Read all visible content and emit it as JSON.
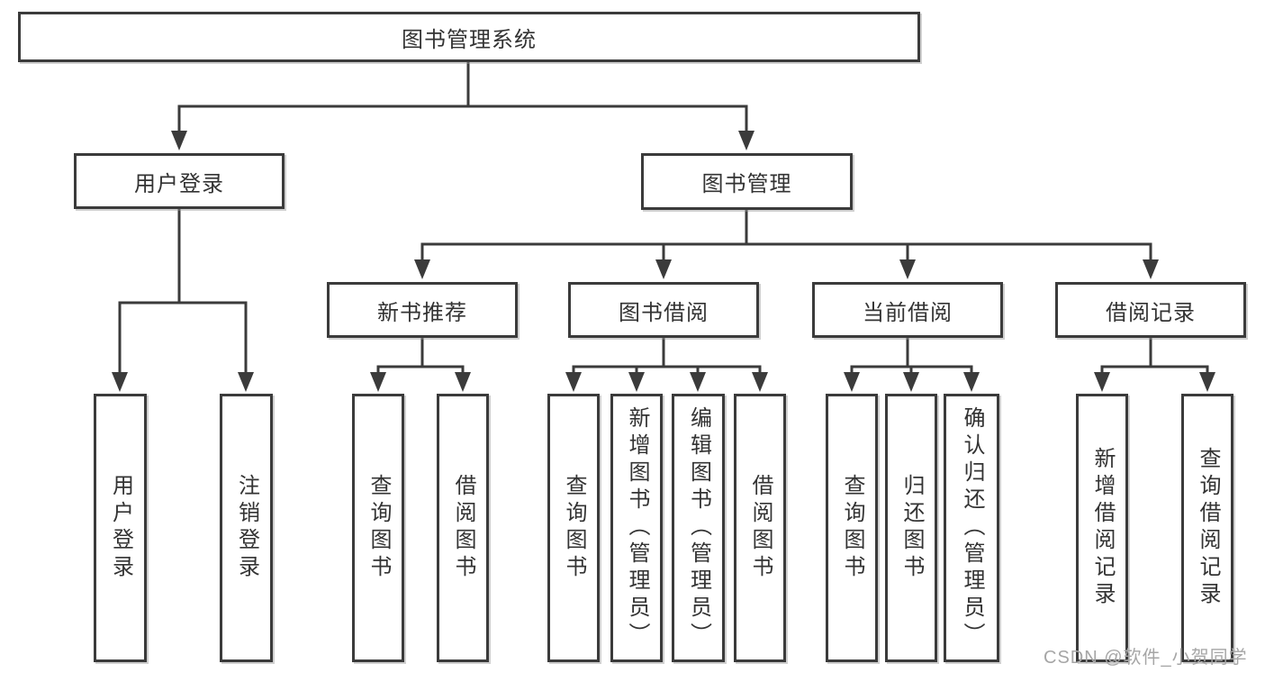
{
  "watermark": "CSDN @软件_小贺同学",
  "diagram": {
    "type": "org-tree",
    "title": "图书管理系统",
    "children": [
      {
        "label": "用户登录",
        "children": [
          {
            "label": "用户登录"
          },
          {
            "label": "注销登录"
          }
        ]
      },
      {
        "label": "图书管理",
        "children": [
          {
            "label": "新书推荐",
            "children": [
              {
                "label": "查询图书"
              },
              {
                "label": "借阅图书"
              }
            ]
          },
          {
            "label": "图书借阅",
            "children": [
              {
                "label": "查询图书"
              },
              {
                "label": "新增图书（管理员）"
              },
              {
                "label": "编辑图书（管理员）"
              },
              {
                "label": "借阅图书"
              }
            ]
          },
          {
            "label": "当前借阅",
            "children": [
              {
                "label": "查询图书"
              },
              {
                "label": "归还图书"
              },
              {
                "label": "确认归还（管理员）"
              }
            ]
          },
          {
            "label": "借阅记录",
            "children": [
              {
                "label": "新增借阅记录"
              },
              {
                "label": "查询借阅记录"
              }
            ]
          }
        ]
      }
    ]
  }
}
